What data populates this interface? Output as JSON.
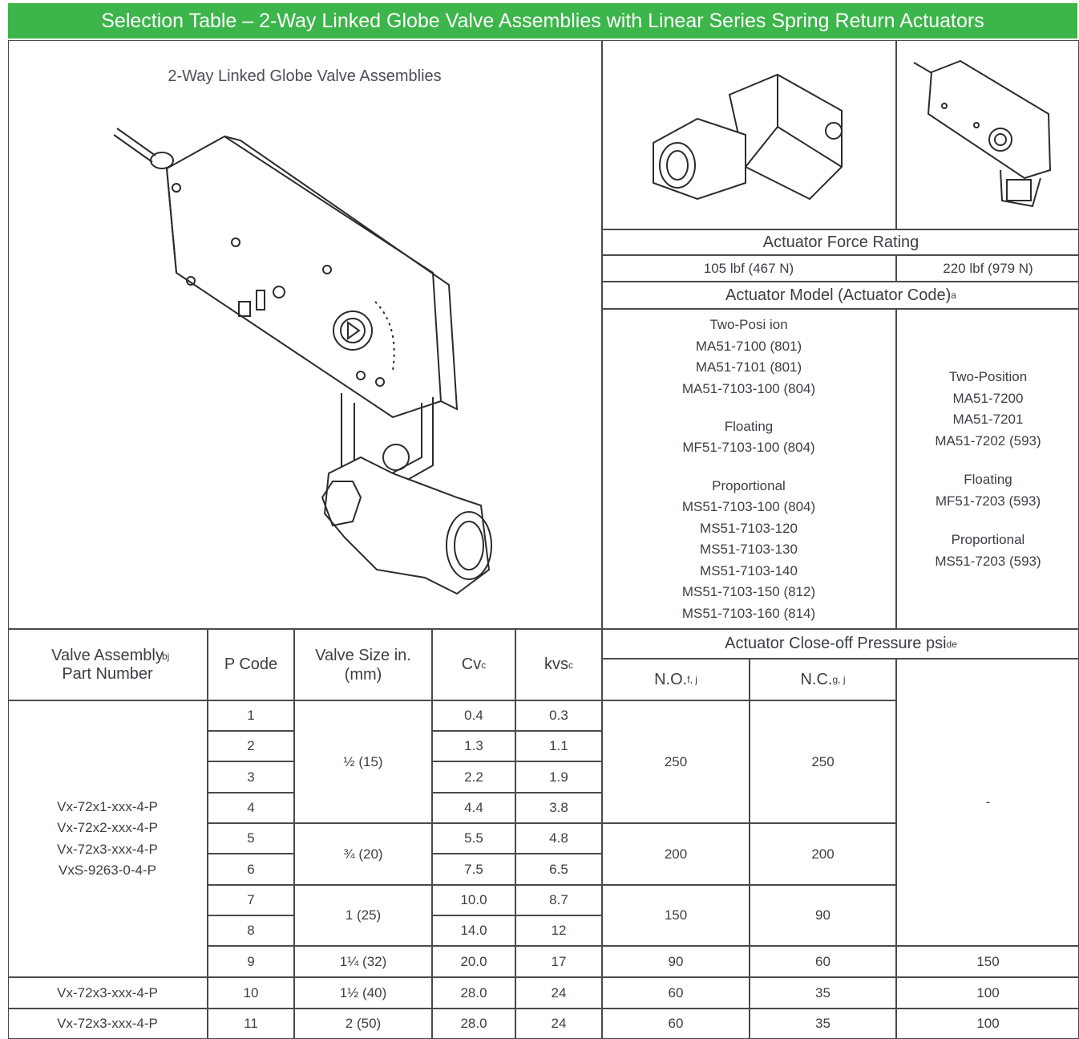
{
  "title": "Selection Table – 2-Way Linked Globe Valve Assemblies with Linear Series Spring Return Actuators",
  "assembly_image_title": "2-Way Linked Globe Valve Assemblies",
  "force_header": "Actuator Force Rating",
  "force_105": "105 lbf (467 N)",
  "force_220": "220 lbf (979 N)",
  "model_header": "Actuator Model (Actuator Code)",
  "model_header_sup": "a",
  "models_105": {
    "two_position_label": "Two-Posi ion",
    "two_position": [
      "MA51-7100 (801)",
      "MA51-7101 (801)",
      "MA51-7103-100 (804)"
    ],
    "floating_label": "Floating",
    "floating": [
      "MF51-7103-100 (804)"
    ],
    "proportional_label": "Proportional",
    "proportional": [
      "MS51-7103-100 (804)",
      "MS51-7103-120",
      "MS51-7103-130",
      "MS51-7103-140",
      "MS51-7103-150 (812)",
      "MS51-7103-160 (814)"
    ]
  },
  "models_220": {
    "two_position_label": "Two-Position",
    "two_position": [
      "MA51-7200",
      "MA51-7201",
      "MA51-7202 (593)"
    ],
    "floating_label": "Floating",
    "floating": [
      "MF51-7203 (593)"
    ],
    "proportional_label": "Proportional",
    "proportional": [
      "MS51-7203 (593)"
    ]
  },
  "columns": {
    "part_number": "Valve Assembly Part Number",
    "part_number_sup": "bj",
    "p_code": "P Code",
    "valve_size": "Valve Size in. (mm)",
    "cv": "Cv",
    "cv_sup": "c",
    "kvs": "kvs",
    "kvs_sup": "c",
    "closeoff": "Actuator Close-off Pressure psi",
    "closeoff_sup": "de",
    "no": "N.O.",
    "no_sup": "f, j",
    "nc": "N.C.",
    "nc_sup": "g, j"
  },
  "part_group_1": [
    "Vx-72x1-xxx-4-P",
    "Vx-72x2-xxx-4-P",
    "Vx-72x3-xxx-4-P",
    "VxS-9263-0-4-P"
  ],
  "rows": [
    {
      "p": "1",
      "cv": "0.4",
      "kvs": "0.3"
    },
    {
      "p": "2",
      "cv": "1.3",
      "kvs": "1.1"
    },
    {
      "p": "3",
      "cv": "2.2",
      "kvs": "1.9"
    },
    {
      "p": "4",
      "cv": "4.4",
      "kvs": "3.8"
    },
    {
      "p": "5",
      "cv": "5.5",
      "kvs": "4.8"
    },
    {
      "p": "6",
      "cv": "7.5",
      "kvs": "6.5"
    },
    {
      "p": "7",
      "cv": "10.0",
      "kvs": "8.7"
    },
    {
      "p": "8",
      "cv": "14.0",
      "kvs": "12"
    },
    {
      "p": "9",
      "cv": "20.0",
      "kvs": "17"
    },
    {
      "p": "10",
      "cv": "28.0",
      "kvs": "24"
    },
    {
      "p": "11",
      "cv": "28.0",
      "kvs": "24"
    }
  ],
  "sizes": [
    "½ (15)",
    "¾ (20)",
    "1 (25)",
    "1¼ (32)",
    "1½ (40)",
    "2 (50)"
  ],
  "closeoff_groups": [
    {
      "no": "250",
      "nc": "250"
    },
    {
      "no": "200",
      "nc": "200"
    },
    {
      "no": "150",
      "nc": "90"
    }
  ],
  "closeoff_220_dash": "-",
  "row9": {
    "no": "90",
    "nc": "60",
    "f220": "150"
  },
  "row10": {
    "part": "Vx-72x3-xxx-4-P",
    "no": "60",
    "nc": "35",
    "f220": "100"
  },
  "row11": {
    "part": "Vx-72x3-xxx-4-P",
    "no": "60",
    "nc": "35",
    "f220": "100"
  }
}
